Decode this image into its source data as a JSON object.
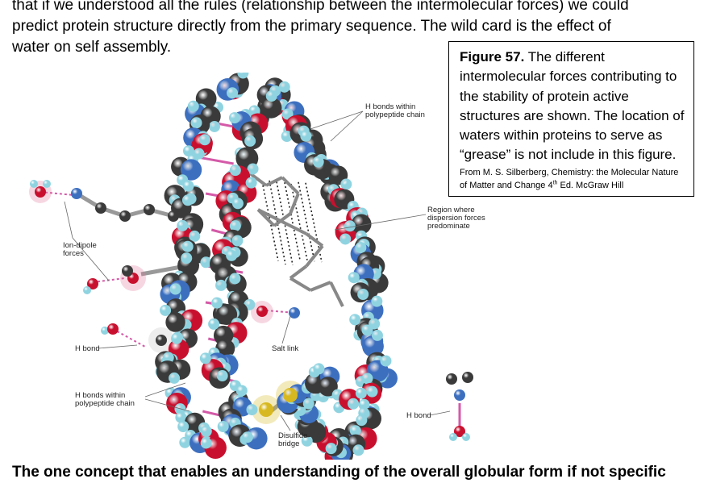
{
  "body_text": {
    "lines": [
      "that if we understood all the rules (relationship between the intermolecular forces) we could",
      "predict protein structure directly from the primary sequence. The wild card is the effect of",
      "water on self assembly."
    ]
  },
  "caption": {
    "figure_label": "Figure 57.",
    "text": "The different intermolecular forces contributing to the stability of protein active structures are shown.  The location of waters within proteins to serve as “grease” is not include in this figure.",
    "source_before": "From M. S. Silberberg, Chemistry: the Molecular Nature of Matter and Change 4",
    "source_sup": "th",
    "source_after": " Ed. McGraw Hill"
  },
  "figure_labels": {
    "hbonds_top_1": "H bonds within",
    "hbonds_top_2": "polypeptide chain",
    "dispersion_1": "Region where",
    "dispersion_2": "dispersion forces",
    "dispersion_3": "predominate",
    "ion_dipole_1": "Ion-dipole",
    "ion_dipole_2": "forces",
    "hbond_left": "H bond",
    "salt_link": "Salt link",
    "hbonds_bottom_1": "H bonds within",
    "hbonds_bottom_2": "polypeptide chain",
    "hbond_right": "H bond",
    "disulfide_1": "Disulfide",
    "disulfide_2": "bridge"
  },
  "colors": {
    "carbon": "#3a3a3a",
    "oxygen": "#c8102e",
    "nitrogen": "#3d6fbf",
    "hydrogen": "#8fd3e0",
    "sulfur": "#d8b820",
    "bond": "#d45aa8"
  },
  "bottom_text": "The one concept that enables an understanding of the overall globular form if not specific"
}
